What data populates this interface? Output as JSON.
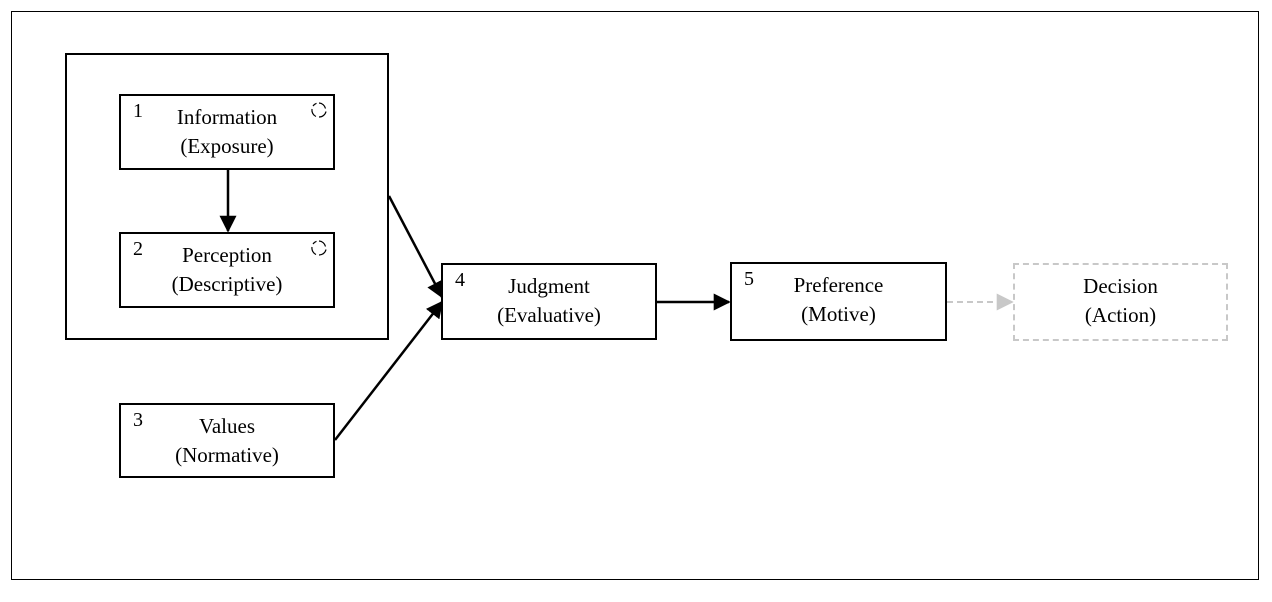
{
  "nodes": [
    {
      "id": "n1",
      "num": "1",
      "title": "Information",
      "subtitle": "(Exposure)",
      "cycle_icon": "cycle-icon"
    },
    {
      "id": "n2",
      "num": "2",
      "title": "Perception",
      "subtitle": "(Descriptive)",
      "cycle_icon": "cycle-icon"
    },
    {
      "id": "n3",
      "num": "3",
      "title": "Values",
      "subtitle": "(Normative)"
    },
    {
      "id": "n4",
      "num": "4",
      "title": "Judgment",
      "subtitle": "(Evaluative)"
    },
    {
      "id": "n5",
      "num": "5",
      "title": "Preference",
      "subtitle": "(Motive)"
    },
    {
      "id": "n6",
      "num": "",
      "title": "Decision",
      "subtitle": "(Action)",
      "style": "dashed"
    }
  ],
  "edges": [
    {
      "from": "n1",
      "to": "n2"
    },
    {
      "from": "group-1-2",
      "to": "n4"
    },
    {
      "from": "n3",
      "to": "n4"
    },
    {
      "from": "n4",
      "to": "n5"
    },
    {
      "from": "n5",
      "to": "n6",
      "style": "dashed"
    }
  ],
  "colors": {
    "stroke": "#000000",
    "faded": "#c8c8c8"
  }
}
